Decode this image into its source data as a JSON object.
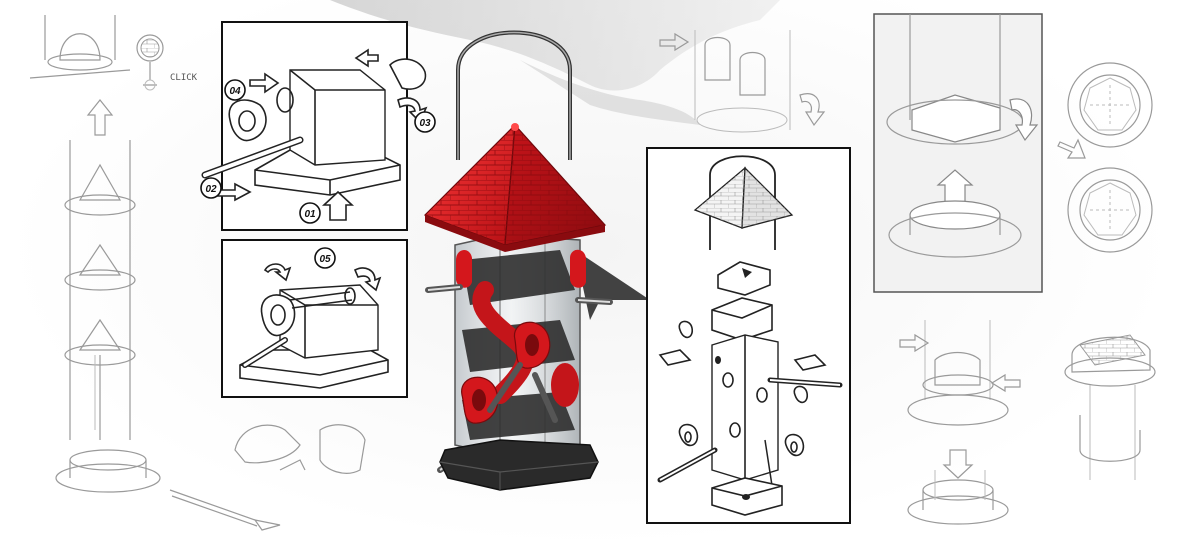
{
  "step_labels": {
    "s01": "01",
    "s02": "02",
    "s03": "03",
    "s04": "04",
    "s05": "05"
  },
  "click_text": "CLICK",
  "colors": {
    "roof_red": "#d4171c",
    "roof_dark": "#9c0e12",
    "base_black": "#2a2a2a",
    "tube_glass": "#cfd6dc",
    "panel_border": "#111111",
    "sketch_grey": "#9a9a9a"
  }
}
